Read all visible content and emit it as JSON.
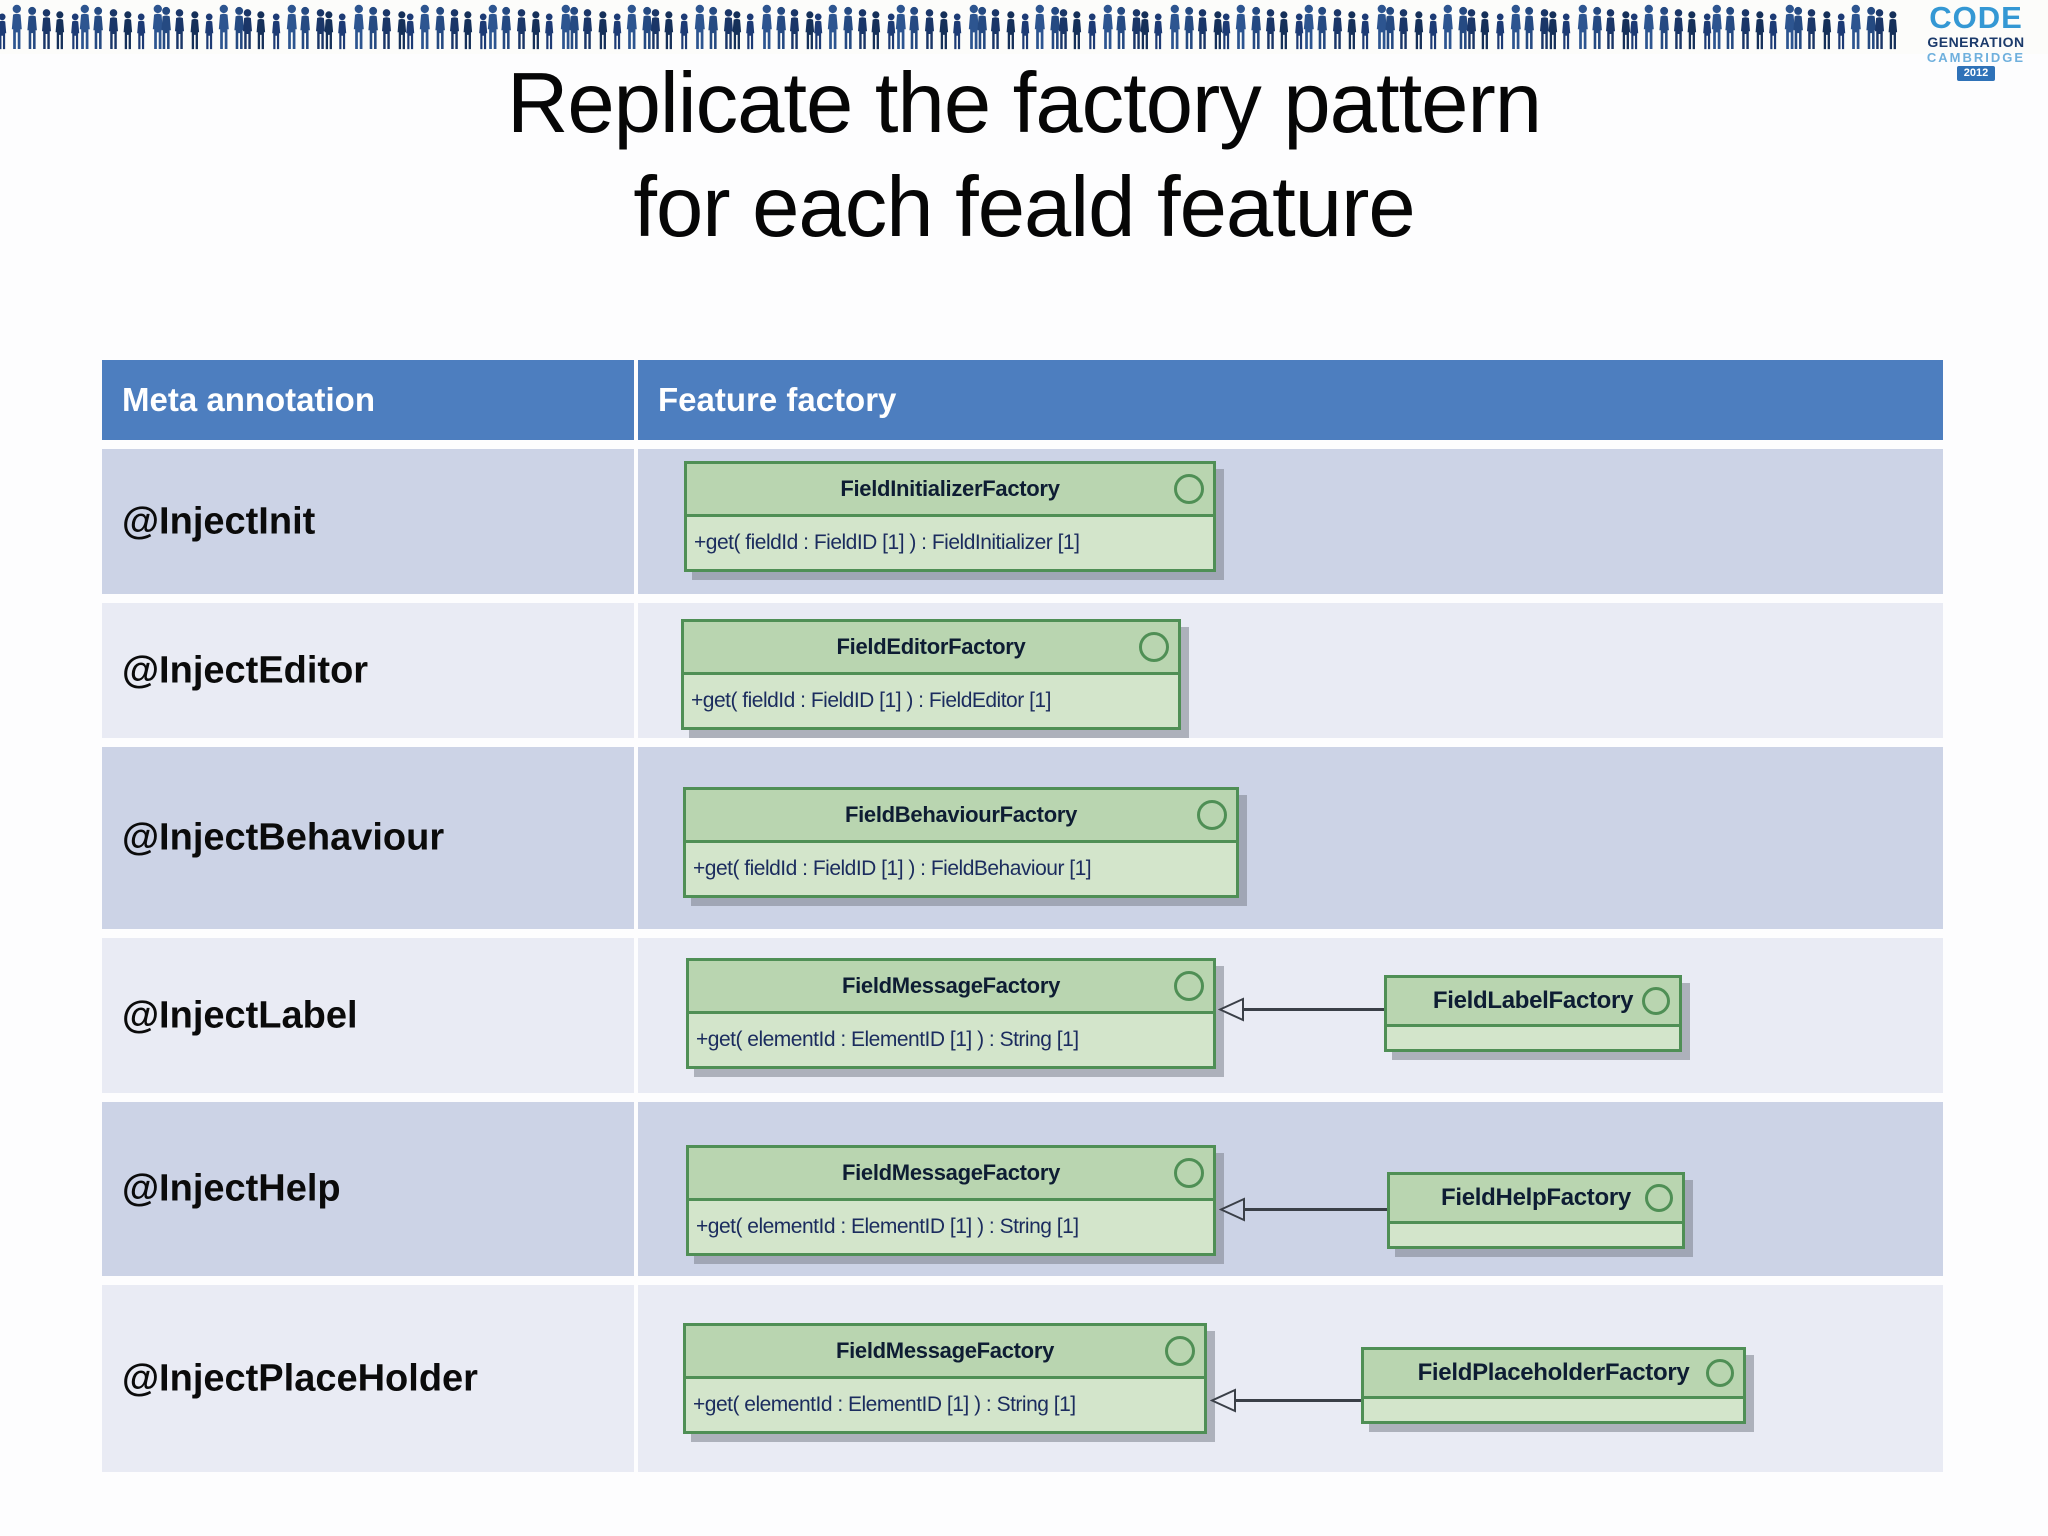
{
  "logo": {
    "code": "CODE",
    "generation": "GENERATION",
    "cambridge": "CAMBRIDGE",
    "year": "2012"
  },
  "title": {
    "line1": "Replicate the factory pattern",
    "line2": "for each feald feature"
  },
  "table": {
    "columns": [
      "Meta annotation",
      "Feature factory"
    ],
    "rows": [
      {
        "annotation": "@InjectInit",
        "factory": {
          "name": "FieldInitializerFactory",
          "method": "+get( fieldId : FieldID [1] ) : FieldInitializer [1]"
        }
      },
      {
        "annotation": "@InjectEditor",
        "factory": {
          "name": "FieldEditorFactory",
          "method": "+get( fieldId : FieldID [1] ) : FieldEditor [1]"
        }
      },
      {
        "annotation": "@InjectBehaviour",
        "factory": {
          "name": "FieldBehaviourFactory",
          "method": "+get( fieldId : FieldID [1] ) : FieldBehaviour [1]"
        }
      },
      {
        "annotation": "@InjectLabel",
        "factory": {
          "name": "FieldMessageFactory",
          "method": "+get( elementId : ElementID [1] ) : String [1]"
        },
        "subclass": {
          "name": "FieldLabelFactory"
        }
      },
      {
        "annotation": "@InjectHelp",
        "factory": {
          "name": "FieldMessageFactory",
          "method": "+get( elementId : ElementID [1] ) : String [1]"
        },
        "subclass": {
          "name": "FieldHelpFactory"
        }
      },
      {
        "annotation": "@InjectPlaceHolder",
        "factory": {
          "name": "FieldMessageFactory",
          "method": "+get( elementId : ElementID [1] ) : String [1]"
        },
        "subclass": {
          "name": "FieldPlaceholderFactory"
        }
      }
    ]
  },
  "icons": {
    "uml_class_icon": "circle-outline",
    "generalization_arrow": "hollow-triangle-left",
    "crowd_banner": "people-silhouettes"
  },
  "colors": {
    "header_blue": "#4d7ebf",
    "row_band_dark": "#ccd3e6",
    "row_band_light": "#e9ebf4",
    "uml_header_green": "#b9d5b0",
    "uml_body_green": "#d3e5cb",
    "uml_border_green": "#4f8f55",
    "method_text_navy": "#1b2c5e",
    "connector_gray": "#3a3f47",
    "crowd_navy": "#1d3b75",
    "logo_code_blue": "#3498d4",
    "logo_generation_navy": "#1b3a6b",
    "logo_cambridge_blue": "#6fb0dd",
    "logo_badge_blue": "#2f72b8"
  }
}
